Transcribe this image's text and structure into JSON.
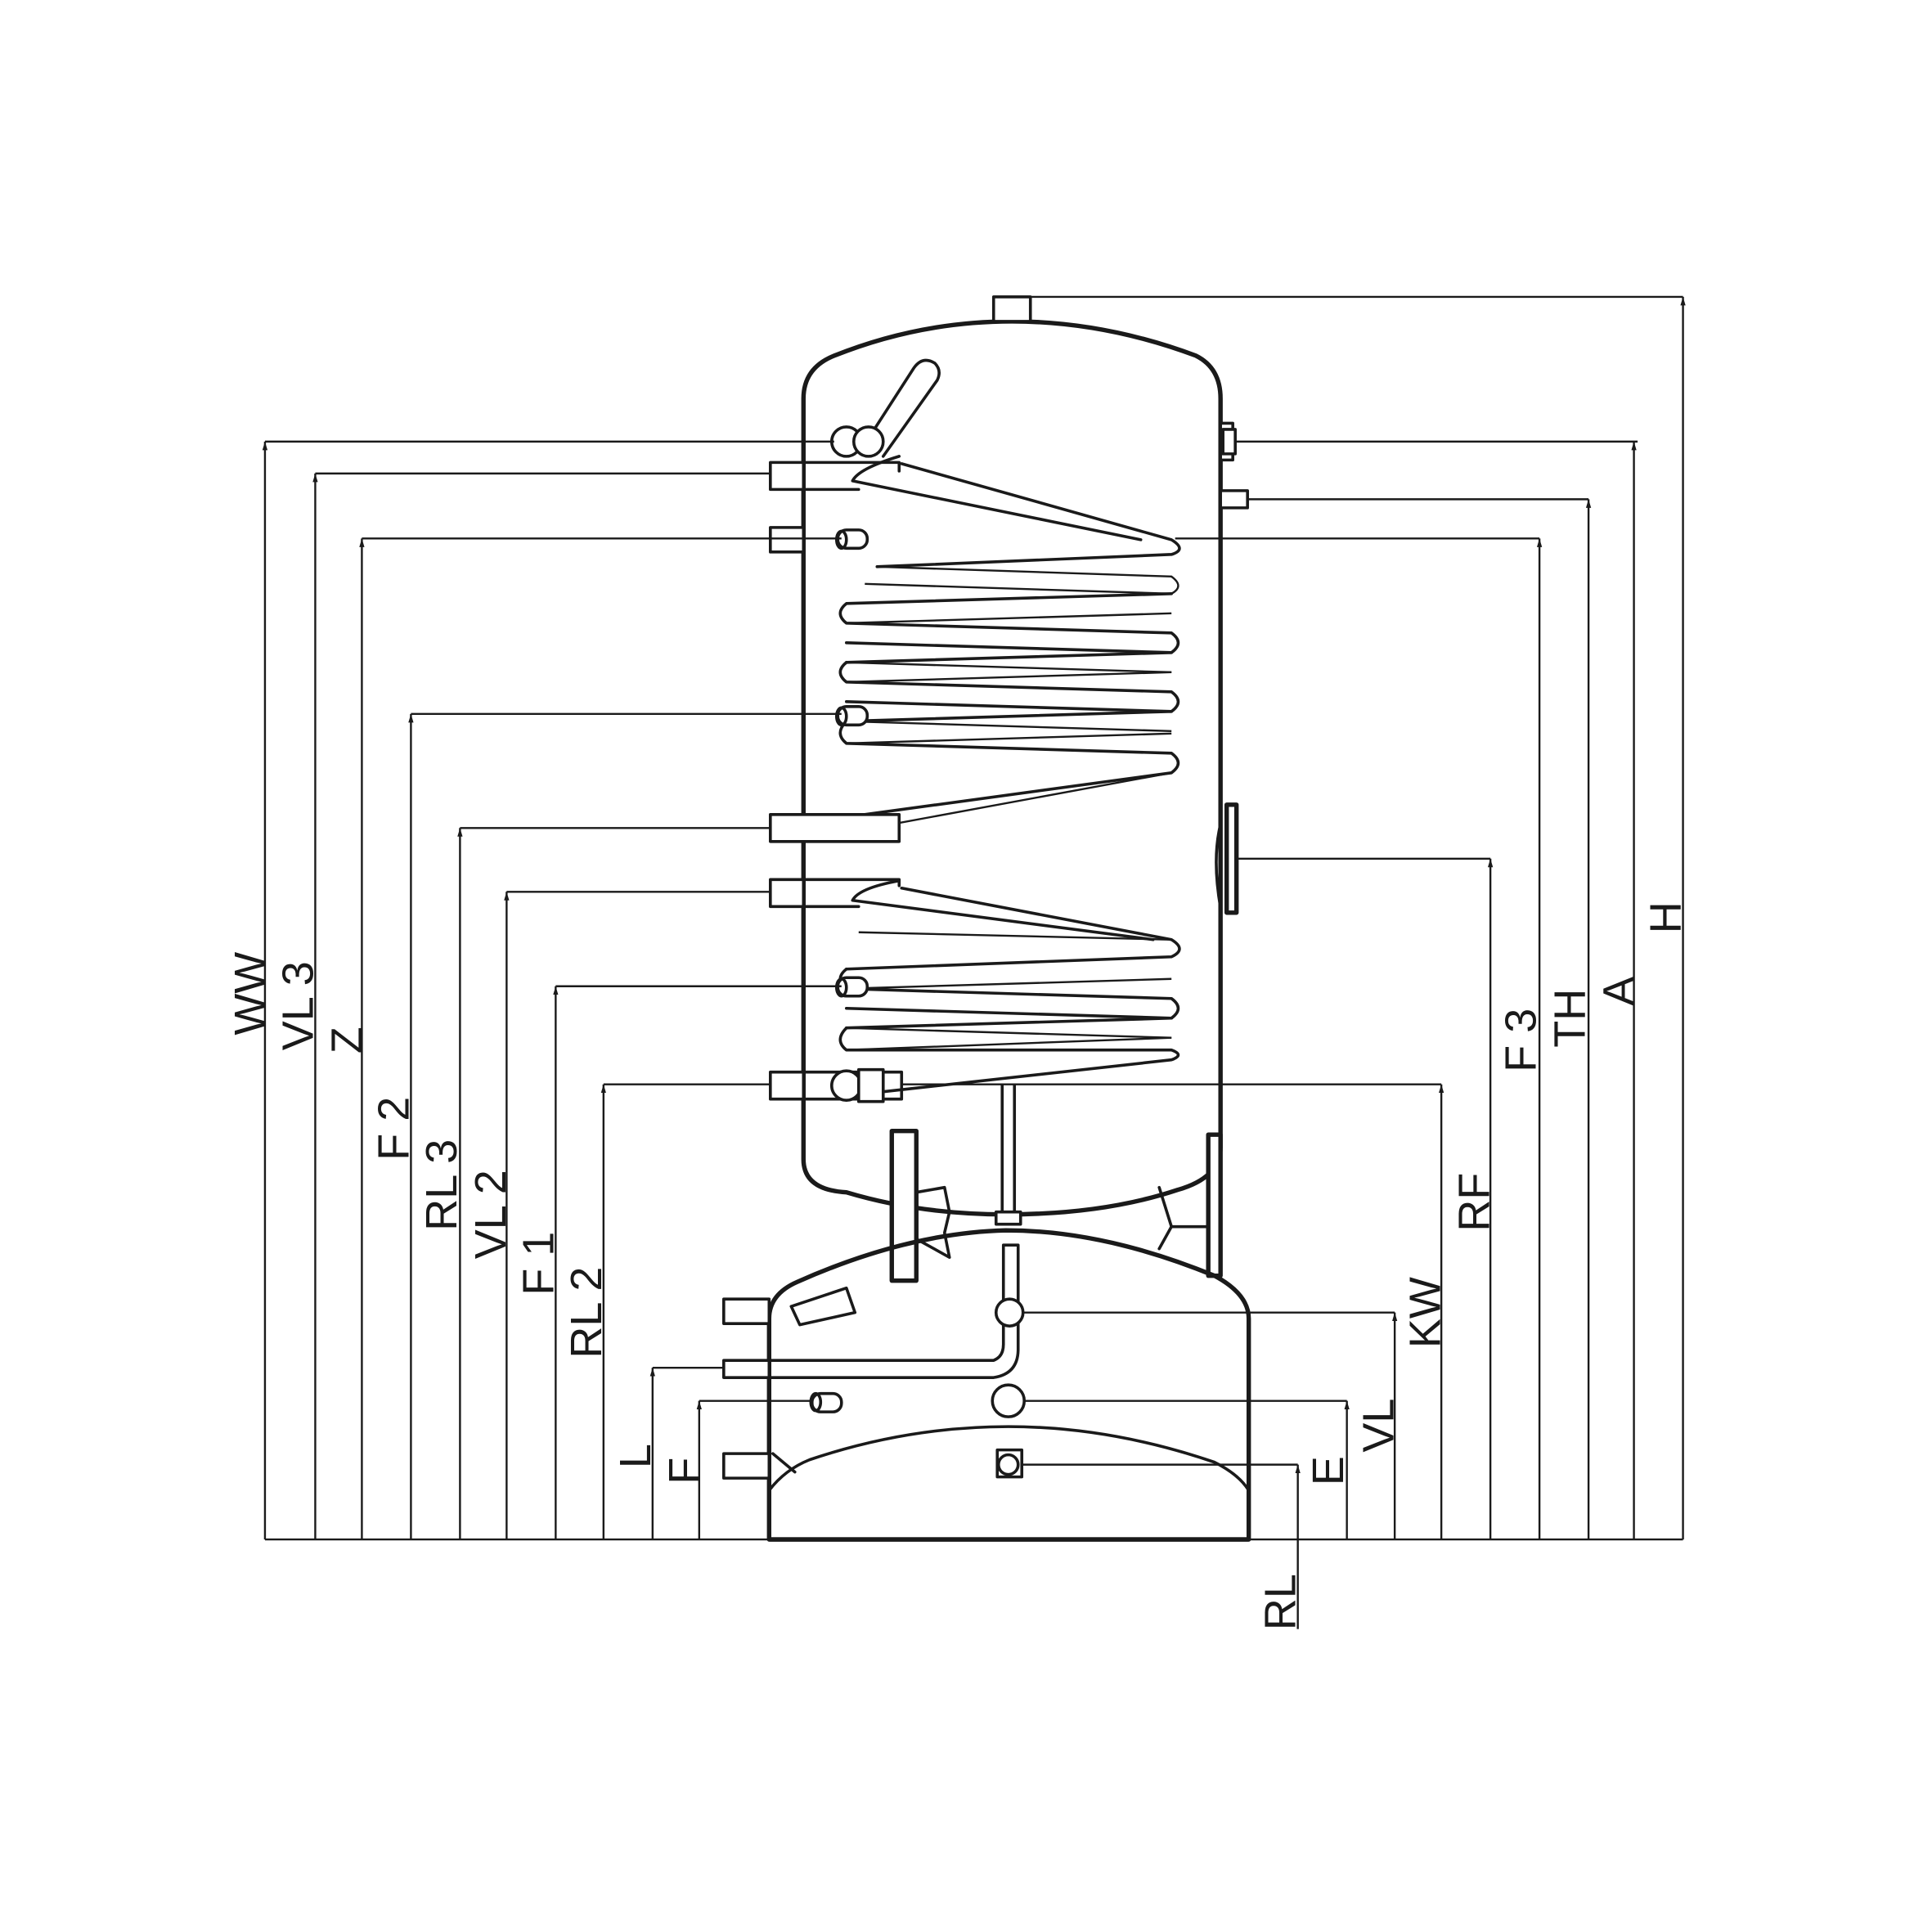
{
  "labels": {
    "WW": "WW",
    "VL3": "VL 3",
    "Z": "Z",
    "F2": "F 2",
    "RL3": "RL 3",
    "VL2": "VL 2",
    "F1": "F 1",
    "RL2": "RL 2",
    "L": "L",
    "F": "F",
    "RL": "RL",
    "E": "E",
    "VL": "VL",
    "KW": "KW",
    "RF": "RF",
    "F3": "F 3",
    "TH": "TH",
    "A": "A",
    "H": "H"
  }
}
